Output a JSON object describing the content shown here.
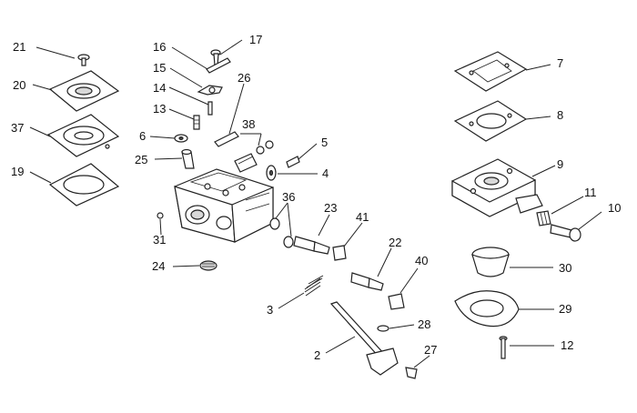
{
  "labels": [
    {
      "id": "21",
      "text": "21"
    },
    {
      "id": "20",
      "text": "20"
    },
    {
      "id": "37",
      "text": "37"
    },
    {
      "id": "19",
      "text": "19"
    },
    {
      "id": "16",
      "text": "16"
    },
    {
      "id": "17",
      "text": "17"
    },
    {
      "id": "15",
      "text": "15"
    },
    {
      "id": "14",
      "text": "14"
    },
    {
      "id": "26",
      "text": "26"
    },
    {
      "id": "13",
      "text": "13"
    },
    {
      "id": "38",
      "text": "38"
    },
    {
      "id": "6",
      "text": "6"
    },
    {
      "id": "5",
      "text": "5"
    },
    {
      "id": "25",
      "text": "25"
    },
    {
      "id": "4",
      "text": "4"
    },
    {
      "id": "36",
      "text": "36"
    },
    {
      "id": "23",
      "text": "23"
    },
    {
      "id": "41",
      "text": "41"
    },
    {
      "id": "31",
      "text": "31"
    },
    {
      "id": "22",
      "text": "22"
    },
    {
      "id": "24",
      "text": "24"
    },
    {
      "id": "40",
      "text": "40"
    },
    {
      "id": "3",
      "text": "3"
    },
    {
      "id": "28",
      "text": "28"
    },
    {
      "id": "2",
      "text": "2"
    },
    {
      "id": "27",
      "text": "27"
    },
    {
      "id": "7",
      "text": "7"
    },
    {
      "id": "8",
      "text": "8"
    },
    {
      "id": "9",
      "text": "9"
    },
    {
      "id": "11",
      "text": "11"
    },
    {
      "id": "10",
      "text": "10"
    },
    {
      "id": "30",
      "text": "30"
    },
    {
      "id": "29",
      "text": "29"
    },
    {
      "id": "12",
      "text": "12"
    }
  ]
}
